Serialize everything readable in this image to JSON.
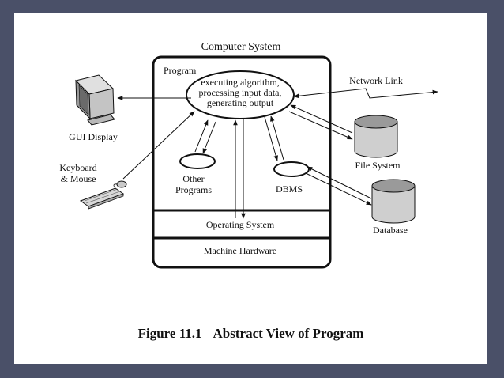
{
  "colors": {
    "frame": "#4a5068",
    "canvas": "#ffffff",
    "ink": "#111111"
  },
  "diagram": {
    "title": "Computer System",
    "program_label": "Program",
    "core": [
      "executing algorithm,",
      "processing input data,",
      "generating output"
    ],
    "network_link": "Network Link",
    "gui_display": "GUI Display",
    "keyboard_mouse": [
      "Keyboard",
      "& Mouse"
    ],
    "other_programs": [
      "Other",
      "Programs"
    ],
    "dbms": "DBMS",
    "file_system": "File System",
    "database": "Database",
    "operating_system": "Operating System",
    "machine_hardware": "Machine Hardware"
  },
  "caption": {
    "number": "Figure 11.1",
    "title": "Abstract View of Program"
  }
}
